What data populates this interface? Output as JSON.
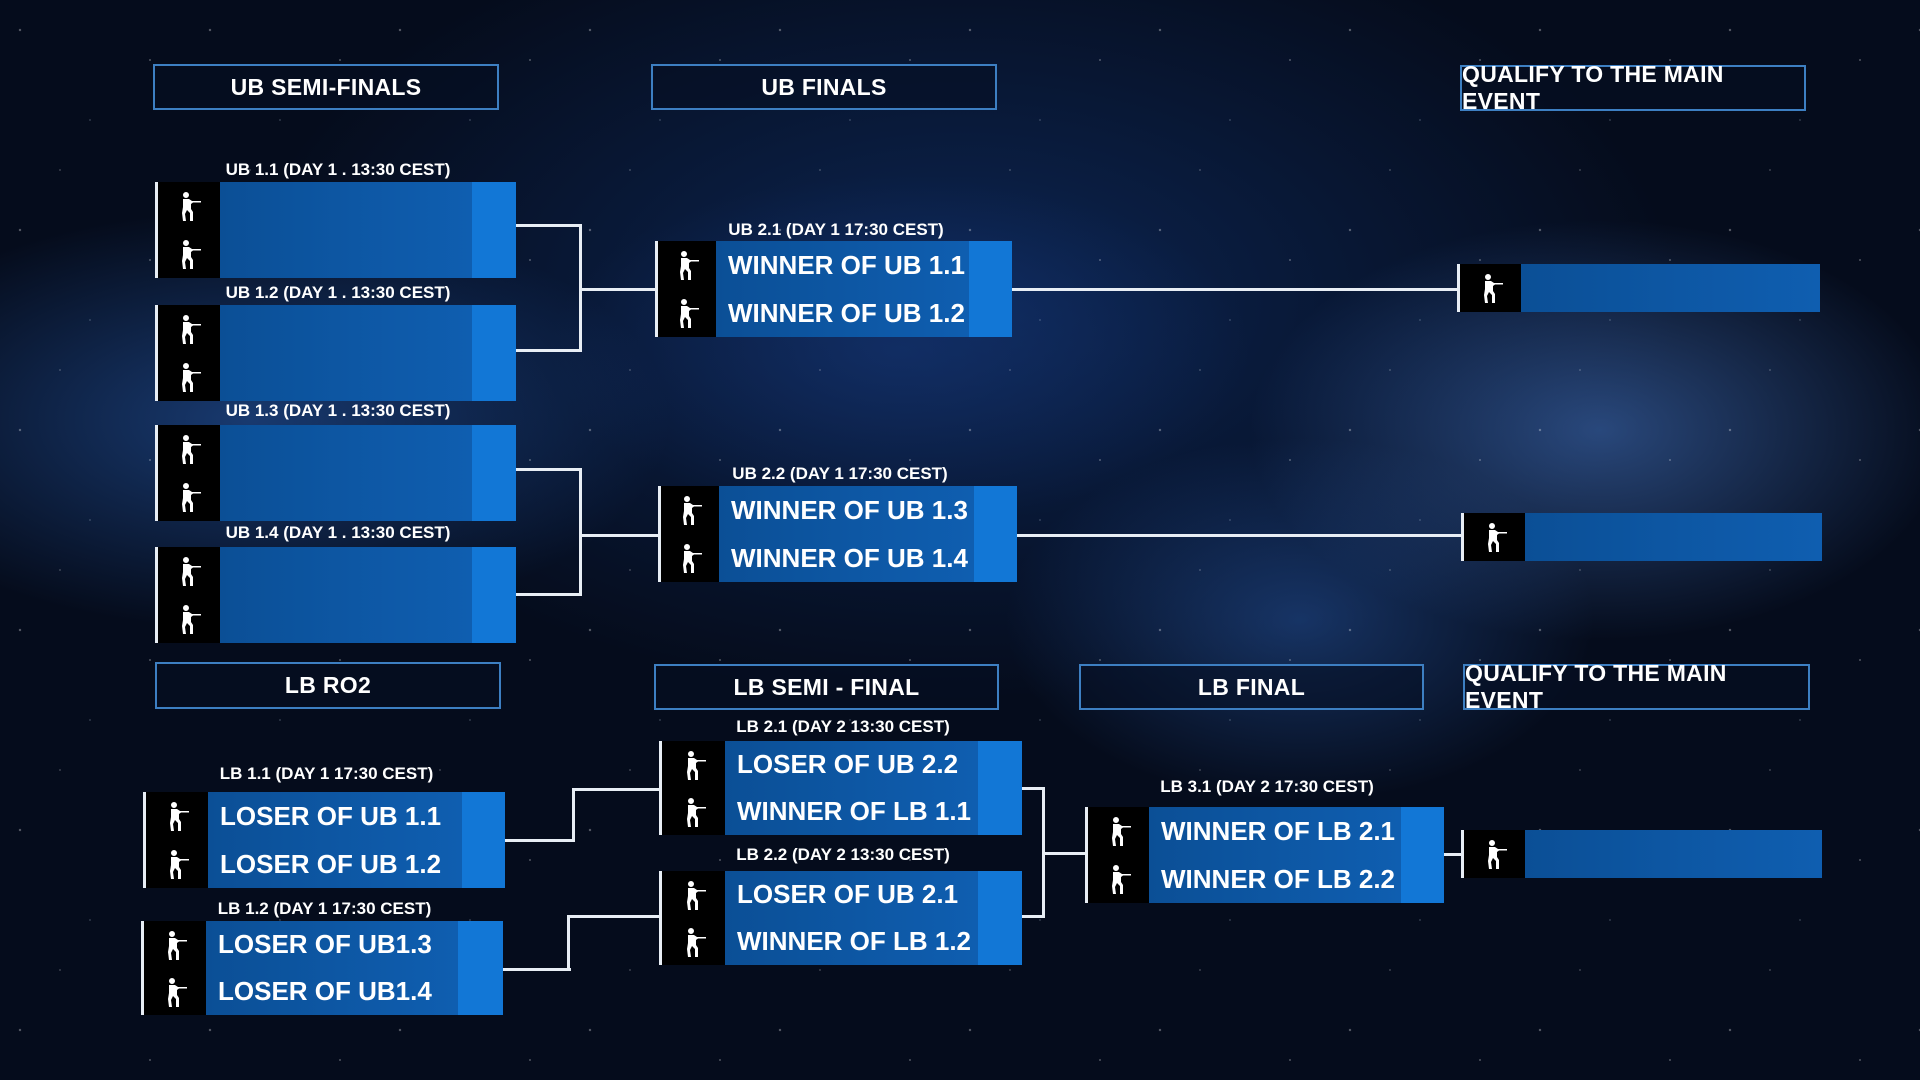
{
  "headers": {
    "ub_semis": "UB SEMI-FINALS",
    "ub_finals": "UB FINALS",
    "qualify_top": "QUALIFY TO THE MAIN EVENT",
    "lb_ro2": "LB RO2",
    "lb_semi": "LB SEMI - FINAL",
    "lb_final": "LB FINAL",
    "qualify_bottom": "QUALIFY TO THE MAIN EVENT"
  },
  "matches": [
    {
      "id": "ub11",
      "label": "UB 1.1 (DAY 1 . 13:30 CEST)",
      "teams": [
        "",
        ""
      ]
    },
    {
      "id": "ub12",
      "label": "UB 1.2 (DAY 1 . 13:30 CEST)",
      "teams": [
        "",
        ""
      ]
    },
    {
      "id": "ub13",
      "label": "UB 1.3 (DAY 1 . 13:30 CEST)",
      "teams": [
        "",
        ""
      ]
    },
    {
      "id": "ub14",
      "label": "UB 1.4 (DAY 1 . 13:30 CEST)",
      "teams": [
        "",
        ""
      ]
    },
    {
      "id": "ub21",
      "label": "UB 2.1 (DAY 1 17:30 CEST)",
      "teams": [
        "WINNER OF UB 1.1",
        "WINNER OF UB 1.2"
      ]
    },
    {
      "id": "ub22",
      "label": "UB 2.2 (DAY 1 17:30 CEST)",
      "teams": [
        "WINNER OF UB 1.3",
        "WINNER OF UB 1.4"
      ]
    },
    {
      "id": "lb11",
      "label": "LB 1.1 (DAY 1 17:30 CEST)",
      "teams": [
        "LOSER OF UB 1.1",
        "LOSER OF UB 1.2"
      ]
    },
    {
      "id": "lb12",
      "label": "LB 1.2 (DAY 1 17:30 CEST)",
      "teams": [
        "LOSER OF UB1.3",
        "LOSER OF UB1.4"
      ]
    },
    {
      "id": "lb21",
      "label": "LB 2.1 (DAY 2 13:30 CEST)",
      "teams": [
        "LOSER OF UB 2.2",
        "WINNER OF LB 1.1"
      ]
    },
    {
      "id": "lb22",
      "label": "LB 2.2 (DAY 2 13:30 CEST)",
      "teams": [
        "LOSER OF UB 2.1",
        "WINNER OF LB 1.2"
      ]
    },
    {
      "id": "lb31",
      "label": "LB 3.1 (DAY 2 17:30 CEST)",
      "teams": [
        "WINNER OF LB 2.1",
        "WINNER OF LB 2.2"
      ]
    }
  ],
  "qualifiers": [
    {
      "id": "q1",
      "team": ""
    },
    {
      "id": "q2",
      "team": ""
    },
    {
      "id": "q3",
      "team": ""
    }
  ],
  "colors": {
    "slot": "#0f5eb0",
    "accent": "#1277d6",
    "header_border": "#3d7fc2"
  }
}
